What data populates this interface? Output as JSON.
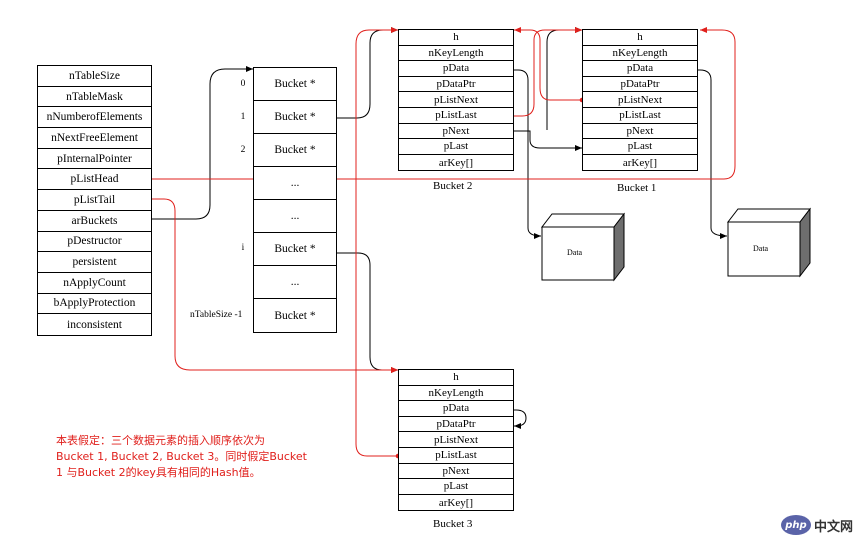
{
  "hashtable_fields": [
    "nTableSize",
    "nTableMask",
    "nNumberofElements",
    "nNextFreeElement",
    "pInternalPointer",
    "pListHead",
    "pListTail",
    "arBuckets",
    "pDestructor",
    "persistent",
    "nApplyCount",
    "bApplyProtection",
    "inconsistent"
  ],
  "buckets_array": {
    "cells": [
      "Bucket *",
      "Bucket *",
      "Bucket *",
      "...",
      "...",
      "Bucket *",
      "...",
      "Bucket *"
    ],
    "indices": [
      "0",
      "1",
      "2",
      "i",
      "nTableSize -1"
    ]
  },
  "bucket_fields": [
    "h",
    "nKeyLength",
    "pData",
    "pDataPtr",
    "pListNext",
    "pListLast",
    "pNext",
    "pLast",
    "arKey[]"
  ],
  "bucket_labels": [
    "Bucket 2",
    "Bucket 1",
    "Bucket 3"
  ],
  "data_label": "Data",
  "note_lines": [
    "本表假定：三个数据元素的插入顺序依次为",
    "Bucket 1, Bucket 2, Bucket 3。同时假定Bucket",
    "1 与Bucket 2的key具有相同的Hash值。"
  ],
  "watermark": {
    "logo": "php",
    "text": "中文网"
  },
  "colors": {
    "line": "#000000",
    "highlight": "#e0201c"
  }
}
